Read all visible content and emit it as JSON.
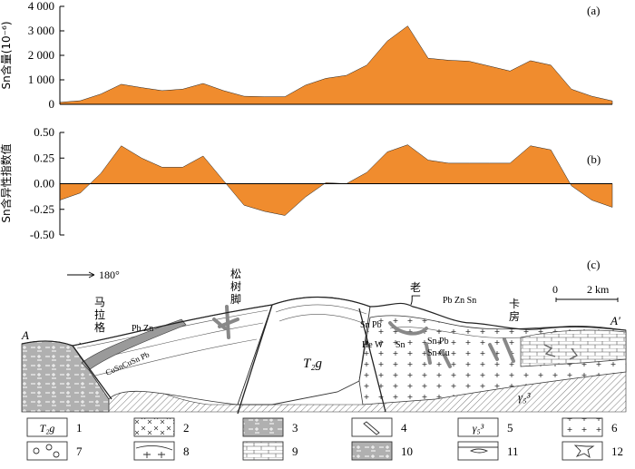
{
  "chart_data": [
    {
      "type": "area",
      "panel_label": "(a)",
      "ylabel": "Sn含量(10⁻⁶)",
      "ylim": [
        0,
        4000
      ],
      "yticks": [
        "4 000",
        "3 000",
        "2 000",
        "1 000",
        "0"
      ],
      "ytick_values": [
        4000,
        3000,
        2000,
        1000,
        0
      ],
      "fill_color": "#f08c2e",
      "values": [
        80,
        150,
        420,
        820,
        680,
        560,
        620,
        850,
        560,
        330,
        310,
        310,
        780,
        1060,
        1180,
        1600,
        2580,
        3200,
        1880,
        1800,
        1760,
        1560,
        1360,
        1780,
        1600,
        620,
        330,
        140
      ]
    },
    {
      "type": "area",
      "panel_label": "(b)",
      "ylabel": "Sn含异性指数值",
      "ylim": [
        -0.5,
        0.5
      ],
      "yticks": [
        "0.50",
        "0.25",
        "0.00",
        "-0.25",
        "-0.50"
      ],
      "ytick_values": [
        0.5,
        0.25,
        0.0,
        -0.25,
        -0.5
      ],
      "fill_color": "#f08c2e",
      "values": [
        -0.16,
        -0.09,
        0.1,
        0.37,
        0.25,
        0.16,
        0.16,
        0.27,
        0.03,
        -0.21,
        -0.27,
        -0.31,
        -0.13,
        0.01,
        0.0,
        0.11,
        0.31,
        0.38,
        0.23,
        0.2,
        0.2,
        0.2,
        0.2,
        0.37,
        0.33,
        -0.02,
        -0.16,
        -0.23
      ]
    }
  ],
  "section": {
    "panel_label": "(c)",
    "orientation": "180°",
    "scale_zero": "0",
    "scale_label": "2 km",
    "end_left": "A",
    "end_right": "A′",
    "places": [
      "马拉格",
      "松树脚",
      "老厂",
      "卡房"
    ],
    "unit_label": "T₂g",
    "granite_label": "γ₅³",
    "ore_labels": {
      "malage": "Pb Zn",
      "malage_vein": "CuSnCuSn Pb",
      "laochang_top": "Pb Zn Sn",
      "sn_pb_left": "Sn Pb",
      "he_w": "He W",
      "sn_small": "Sn",
      "sn_pb_right": "Sn Pb",
      "sn_cu": "Sn Cu"
    }
  },
  "legend": {
    "items": [
      {
        "num": "1",
        "symbol": "T₂g"
      },
      {
        "num": "2",
        "symbol": ""
      },
      {
        "num": "3",
        "symbol": ""
      },
      {
        "num": "4",
        "symbol": ""
      },
      {
        "num": "5",
        "symbol": "γ₅³"
      },
      {
        "num": "6",
        "symbol": ""
      },
      {
        "num": "7",
        "symbol": ""
      },
      {
        "num": "8",
        "symbol": ""
      },
      {
        "num": "9",
        "symbol": ""
      },
      {
        "num": "10",
        "symbol": ""
      },
      {
        "num": "11",
        "symbol": ""
      },
      {
        "num": "12",
        "symbol": ""
      }
    ]
  }
}
